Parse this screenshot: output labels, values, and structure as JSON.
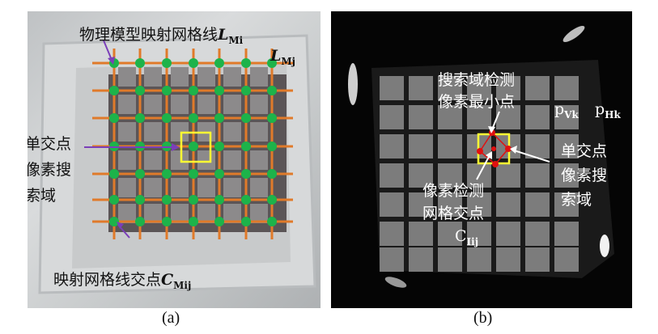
{
  "panel_a": {
    "label_physical_line_prefix": "物理模型映射网格线",
    "label_physical_line_sym": "L",
    "label_physical_line_sub": "Mi",
    "label_second_line_sym": "L",
    "label_second_line_sub": "Mj",
    "label_single_cross": [
      "单交点",
      "像素搜",
      "索域"
    ],
    "label_grid_point_prefix": "映射网格线交点",
    "label_grid_point_sym": "C",
    "label_grid_point_sub": "Mij",
    "caption": "(a)"
  },
  "panel_b": {
    "label_min_point": [
      "搜索域检测",
      "像素最小点"
    ],
    "label_pv_sym": "p",
    "label_pv_sub": "Vk",
    "label_ph_sym": "p",
    "label_ph_sub": "Hk",
    "label_single_cross": [
      "单交点",
      "像素搜",
      "索域"
    ],
    "label_detect_point": [
      "像素检测",
      "网格交点"
    ],
    "label_detect_sym": "C",
    "label_detect_sub": "Iij",
    "caption": "(b)"
  },
  "colors": {
    "grid_line": "#e07a2a",
    "grid_node": "#1db34a",
    "search_box": "#ffff33",
    "arrow": "#7b3fb8",
    "min_point": "#e01010"
  }
}
